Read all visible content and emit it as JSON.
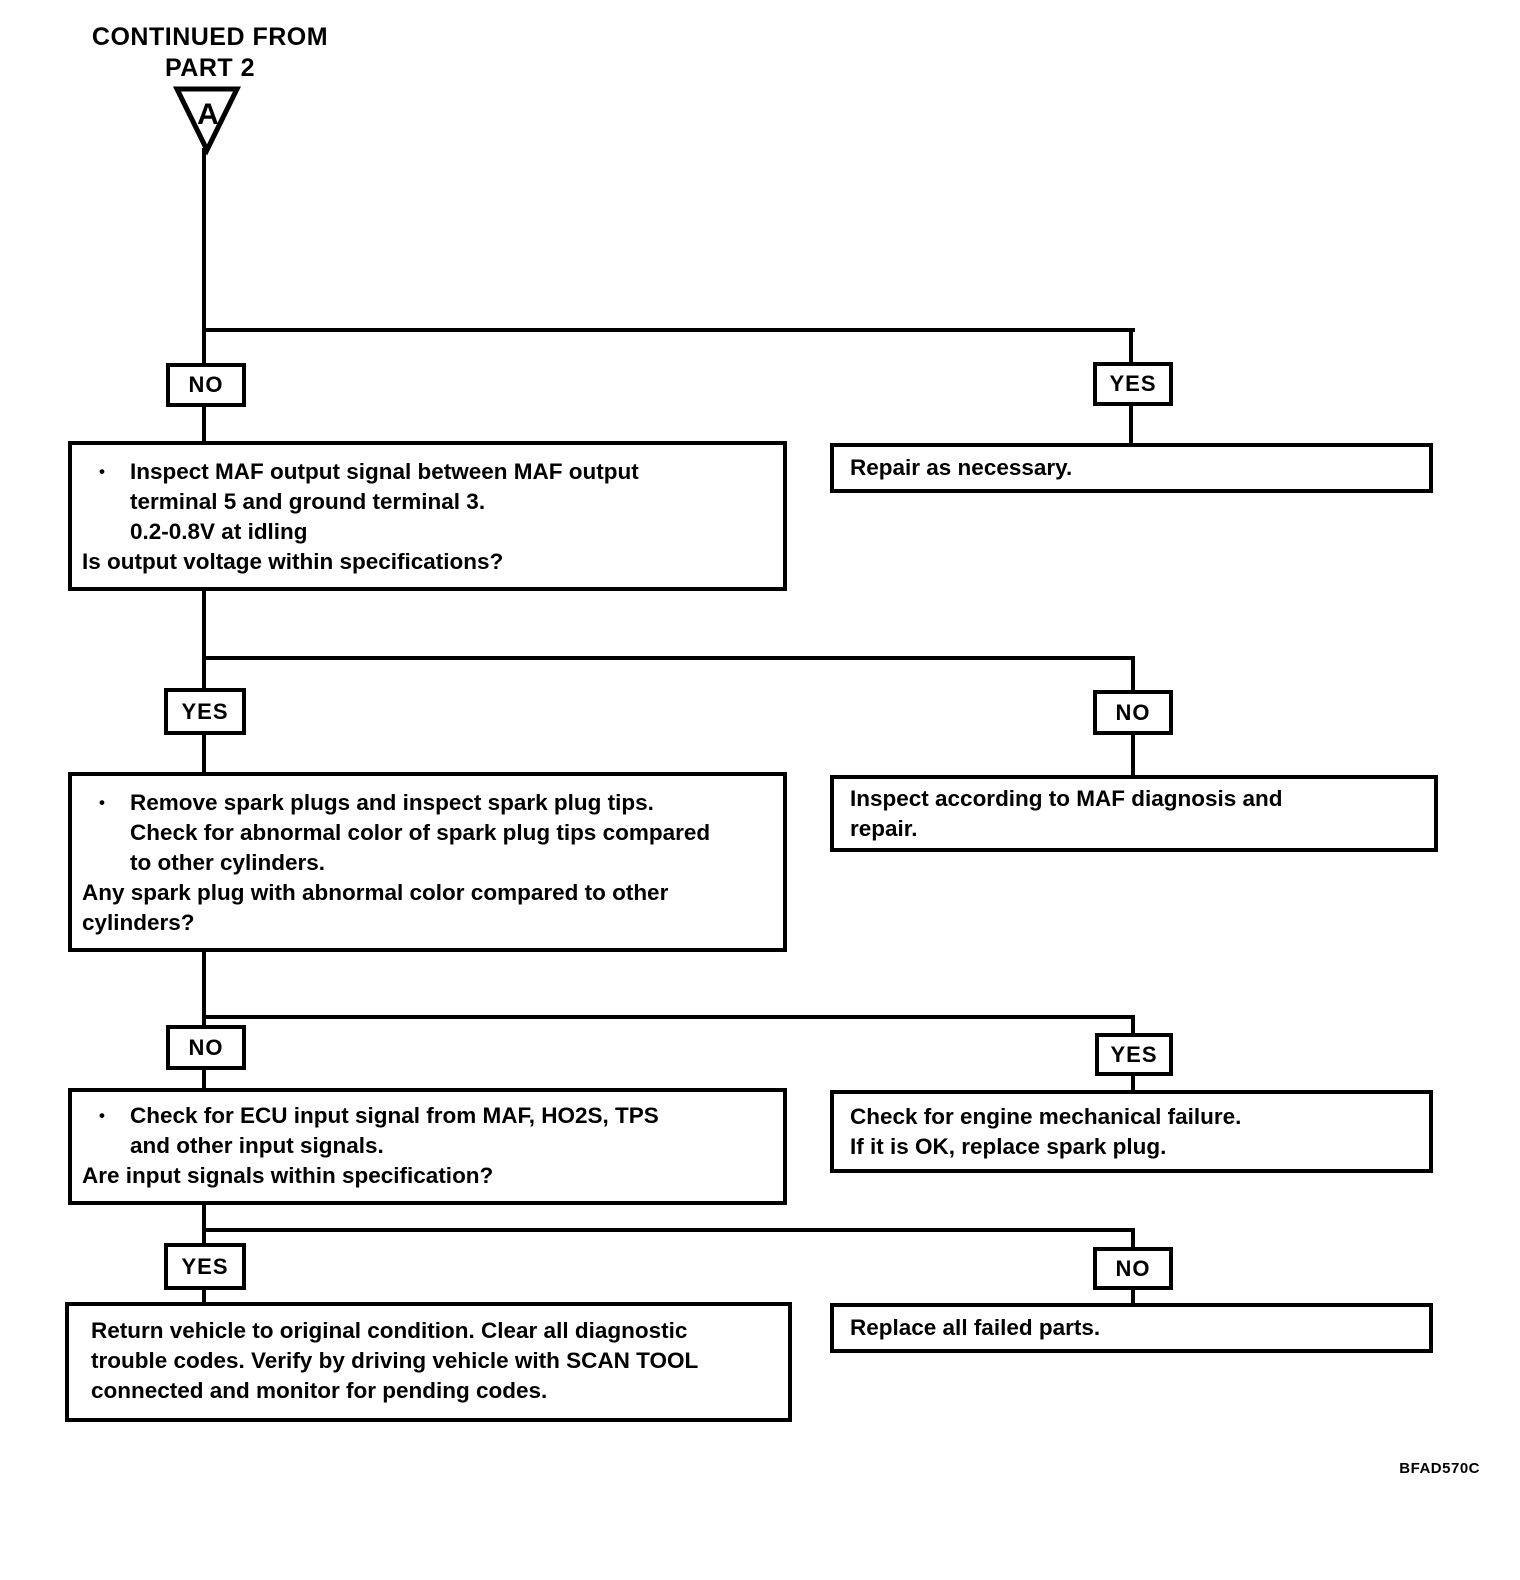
{
  "header": {
    "line1": "CONTINUED FROM",
    "line2": "PART 2",
    "connector_label": "A"
  },
  "bullet": "•",
  "footer_code": "BFAD570C",
  "colors": {
    "ink": "#000000",
    "paper": "#ffffff"
  },
  "steps": [
    {
      "left_label": "NO",
      "right_label": "YES",
      "left_lines": [
        "Inspect MAF output signal between MAF output",
        "terminal 5 and ground terminal 3.",
        "0.2-0.8V at idling",
        "Is output voltage within specifications?"
      ],
      "right_lines": [
        "Repair as necessary."
      ]
    },
    {
      "left_label": "YES",
      "right_label": "NO",
      "left_lines": [
        "Remove spark plugs and inspect spark plug tips.",
        "Check for abnormal color of spark plug tips compared",
        "to other cylinders.",
        "Any spark plug with abnormal color compared to other",
        "cylinders?"
      ],
      "right_lines": [
        "Inspect according to MAF diagnosis and",
        "repair."
      ]
    },
    {
      "left_label": "NO",
      "right_label": "YES",
      "left_lines": [
        "Check for ECU input signal from MAF, HO2S, TPS",
        "and other input signals.",
        "Are input signals within specification?"
      ],
      "right_lines": [
        "Check for engine mechanical failure.",
        "If it is OK, replace spark plug."
      ]
    },
    {
      "left_label": "YES",
      "right_label": "NO",
      "left_lines": [
        "Return vehicle to original condition. Clear all diagnostic",
        "trouble codes. Verify by driving vehicle with SCAN TOOL",
        "connected and monitor for pending codes."
      ],
      "right_lines": [
        "Replace all failed parts."
      ]
    }
  ]
}
